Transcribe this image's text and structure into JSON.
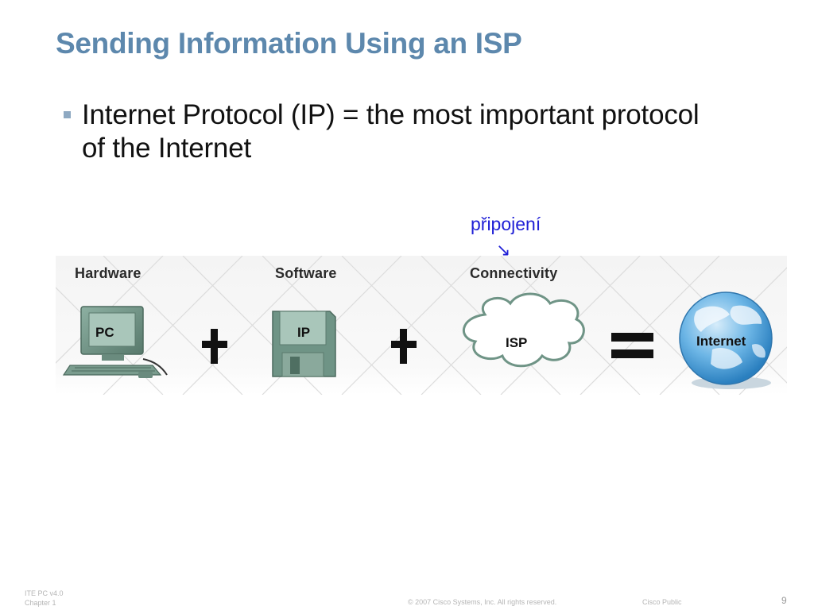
{
  "slide": {
    "title": "Sending Information Using an ISP",
    "bullet": "Internet Protocol (IP) = the most important protocol of the Internet",
    "annotation": "připojení"
  },
  "diagram": {
    "labels": {
      "hardware": "Hardware",
      "software": "Software",
      "connectivity": "Connectivity"
    },
    "items": {
      "pc": "PC",
      "ip": "IP",
      "isp": "ISP",
      "internet": "Internet"
    },
    "operators": {
      "plus": "+",
      "equals": "="
    },
    "icons": [
      "pc-icon",
      "floppy-disk-icon",
      "cloud-icon",
      "globe-icon",
      "plus-icon",
      "equals-icon",
      "arrow-icon"
    ]
  },
  "footer": {
    "course": "ITE PC v4.0",
    "chapter": "Chapter 1",
    "copyright": "© 2007 Cisco Systems, Inc. All rights reserved.",
    "classification": "Cisco Public",
    "page": "9"
  },
  "colors": {
    "title": "#5d88ad",
    "annotation": "#1f1fd6",
    "bullet_marker": "#8ea9c2",
    "device": "#6f9486",
    "globe": "#3d93cf"
  }
}
